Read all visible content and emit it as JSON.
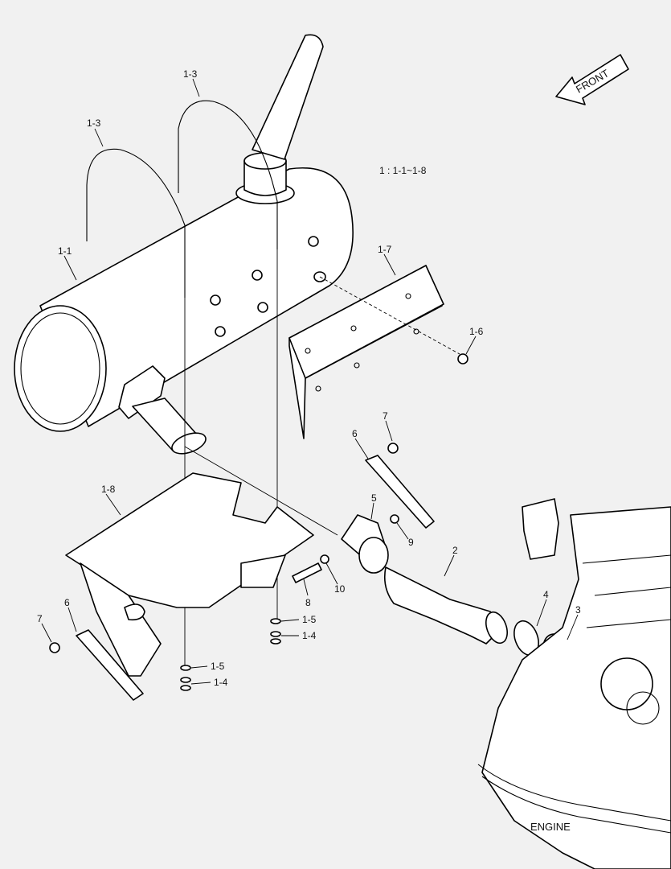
{
  "note": "1 : 1-1~1-8",
  "front_label": "FRONT",
  "engine_label": "ENGINE",
  "callouts": {
    "c1_1": "1-1",
    "c1_3a": "1-3",
    "c1_3b": "1-3",
    "c1_4a": "1-4",
    "c1_4b": "1-4",
    "c1_5a": "1-5",
    "c1_5b": "1-5",
    "c1_6": "1-6",
    "c1_7": "1-7",
    "c1_8": "1-8",
    "c2": "2",
    "c3": "3",
    "c4": "4",
    "c5": "5",
    "c6a": "6",
    "c6b": "6",
    "c7a": "7",
    "c7b": "7",
    "c8": "8",
    "c9": "9",
    "c10": "10"
  }
}
